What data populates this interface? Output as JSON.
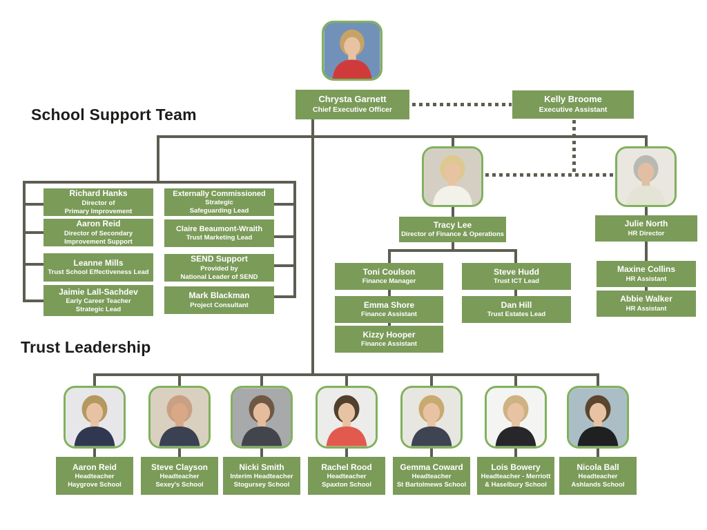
{
  "headings": {
    "school_support_team": "School Support Team",
    "trust_leadership": "Trust Leadership"
  },
  "colors": {
    "green": "#7b9b59",
    "photo_border": "#80b15c",
    "line": "#5e5d52",
    "heading_color": "#1c1c1a"
  },
  "ceo": {
    "name": "Chrysta Garnett",
    "title": "Chief Executive Officer"
  },
  "assistant": {
    "name": "Kelly Broome",
    "title": "Executive Assistant"
  },
  "school_support": {
    "left": [
      {
        "name": "Richard Hanks",
        "title": "Director of\nPrimary Improvement"
      },
      {
        "name": "Aaron Reid",
        "title": "Director of Secondary\nImprovement Support"
      },
      {
        "name": "Leanne Mills",
        "title": "Trust School Effectiveness Lead"
      },
      {
        "name": "Jaimie Lall-Sachdev",
        "title": "Early Career Teacher\nStrategic Lead"
      }
    ],
    "right": [
      {
        "name": "Externally Commissioned",
        "title": "Strategic\nSafeguarding Lead"
      },
      {
        "name": "Claire Beaumont-Wraith",
        "title": "Trust Marketing Lead"
      },
      {
        "name": "SEND Support",
        "title": "Provided by\nNational Leader of SEND"
      },
      {
        "name": "Mark Blackman",
        "title": "Project Consultant"
      }
    ]
  },
  "finance": {
    "director": {
      "name": "Tracy Lee",
      "title": "Director of Finance & Operations"
    },
    "finance_team": [
      {
        "name": "Toni Coulson",
        "title": "Finance Manager"
      },
      {
        "name": "Emma Shore",
        "title": "Finance Assistant"
      },
      {
        "name": "Kizzy Hooper",
        "title": "Finance Assistant"
      }
    ],
    "ops_team": [
      {
        "name": "Steve Hudd",
        "title": "Trust ICT Lead"
      },
      {
        "name": "Dan Hill",
        "title": "Trust Estates Lead"
      }
    ]
  },
  "hr": {
    "director": {
      "name": "Julie North",
      "title": "HR Director"
    },
    "team": [
      {
        "name": "Maxine Collins",
        "title": "HR Assistant"
      },
      {
        "name": "Abbie Walker",
        "title": "HR Assistant"
      }
    ]
  },
  "headteachers": [
    {
      "name": "Aaron Reid",
      "title": "Headteacher\nHaygrove School"
    },
    {
      "name": "Steve Clayson",
      "title": "Headteacher\nSexey's School"
    },
    {
      "name": "Nicki Smith",
      "title": "Interim Headteacher\nStogursey School"
    },
    {
      "name": "Rachel Rood",
      "title": "Headteacher\nSpaxton School"
    },
    {
      "name": "Gemma Coward",
      "title": "Headteacher\nSt Bartolmews School"
    },
    {
      "name": "Lois Bowery",
      "title": "Headteacher - Merriott\n& Haselbury School"
    },
    {
      "name": "Nicola Ball",
      "title": "Headteacher\nAshlands School"
    }
  ],
  "avatars": {
    "ceo": {
      "bg": "#7291b8",
      "hair": "#c7a368",
      "top": "#cf3b3b",
      "skin": "#e8c3a3"
    },
    "tracy": {
      "bg": "#d5cfc3",
      "hair": "#ddc88f",
      "top": "#f2f1ea",
      "skin": "#e8c3a3"
    },
    "julie": {
      "bg": "#e9e7e0",
      "hair": "#b9b9b3",
      "top": "#e4e4d6",
      "skin": "#e2bfa2"
    },
    "heads": [
      {
        "bg": "#e7e7e9",
        "hair": "#b3985f",
        "top": "#2f3850",
        "skin": "#e8c3a3"
      },
      {
        "bg": "#d9d0bf",
        "hair": "#c8a083",
        "top": "#3a4152",
        "skin": "#d9a887"
      },
      {
        "bg": "#a7a9ab",
        "hair": "#6e5843",
        "top": "#42454b",
        "skin": "#e5bd9c"
      },
      {
        "bg": "#ececea",
        "hair": "#52402f",
        "top": "#e25a4e",
        "skin": "#e8c3a3"
      },
      {
        "bg": "#e8e6e1",
        "hair": "#c8a96f",
        "top": "#3e4452",
        "skin": "#e8c3a3"
      },
      {
        "bg": "#f4f4f2",
        "hair": "#cdb282",
        "top": "#27272b",
        "skin": "#e8c3a3"
      },
      {
        "bg": "#abbec6",
        "hair": "#5a452f",
        "top": "#1f2022",
        "skin": "#e8c3a3"
      }
    ]
  }
}
